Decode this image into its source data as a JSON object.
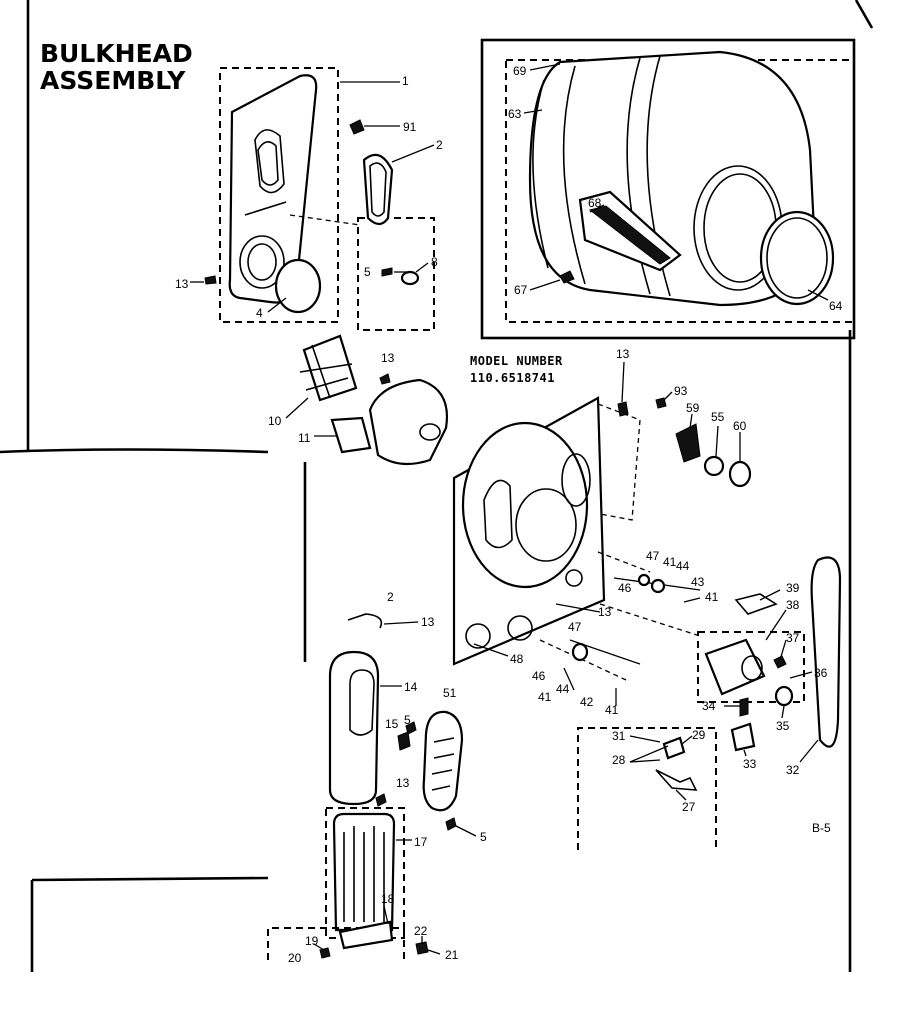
{
  "title": {
    "line1": "BULKHEAD",
    "line2": "ASSEMBLY"
  },
  "model": {
    "label": "MODEL NUMBER",
    "number": "110.6518741"
  },
  "page_code": "B-5",
  "callouts": {
    "c1": "1",
    "c91": "91",
    "c2a": "2",
    "c5a": "5",
    "c8": "8",
    "c13a": "13",
    "c4": "4",
    "c69": "69",
    "c63": "63",
    "c68": "68",
    "c67": "67",
    "c64": "64",
    "c13b": "13",
    "c10": "10",
    "c11": "11",
    "c13c": "13",
    "c93": "93",
    "c59": "59",
    "c55": "55",
    "c60": "60",
    "c47a": "47",
    "c41a": "41",
    "c44a": "44",
    "c46a": "46",
    "c43": "43",
    "c41b": "41",
    "c13d": "13",
    "c47b": "47",
    "c48": "48",
    "c46b": "46",
    "c41c": "41",
    "c44b": "44",
    "c42": "42",
    "c41d": "41",
    "c39": "39",
    "c38": "38",
    "c37": "37",
    "c36": "36",
    "c34": "34",
    "c35": "35",
    "c33": "33",
    "c32": "32",
    "c31": "31",
    "c29": "29",
    "c28": "28",
    "c27": "27",
    "c2b": "2",
    "c13e": "13",
    "c14": "14",
    "c51": "51",
    "c15": "15",
    "c5b": "5",
    "c13f": "13",
    "c5c": "5",
    "c17": "17",
    "c18": "18",
    "c19": "19",
    "c20": "20",
    "c22": "22",
    "c21": "21"
  }
}
